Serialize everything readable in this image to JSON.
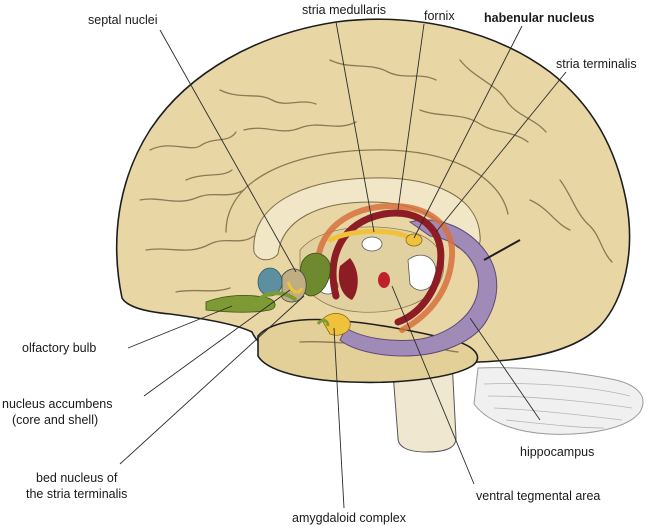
{
  "labels": {
    "septal_nuclei": "septal nuclei",
    "stria_medullaris": "stria medullaris",
    "fornix": "fornix",
    "habenular_nucleus": "habenular nucleus",
    "stria_terminalis": "stria terminalis",
    "olfactory_bulb": "olfactory bulb",
    "nucleus_accumbens_line1": "nucleus accumbens",
    "nucleus_accumbens_line2": "(core and shell)",
    "bed_nucleus_line1": "bed nucleus of",
    "bed_nucleus_line2": "the stria terminalis",
    "hippocampus": "hippocampus",
    "ventral_tegmental_area": "ventral tegmental area",
    "amygdaloid_complex": "amygdaloid complex"
  },
  "colors": {
    "cortex": "#e8d7a4",
    "cortex_dark": "#d9c48c",
    "corpus_callosum": "#f1e6c6",
    "fornix_red": "#8e1c24",
    "stria_orange": "#d7713e",
    "habenula_yellow": "#f0c23b",
    "hippocampus_purple": "#a08bb8",
    "septal_green": "#6f8a2e",
    "olfactory_green": "#7d9a34",
    "olfactory_blue": "#5d8fa0",
    "brainstem": "#efe7cf",
    "cerebellum": "#f0f0f0"
  }
}
